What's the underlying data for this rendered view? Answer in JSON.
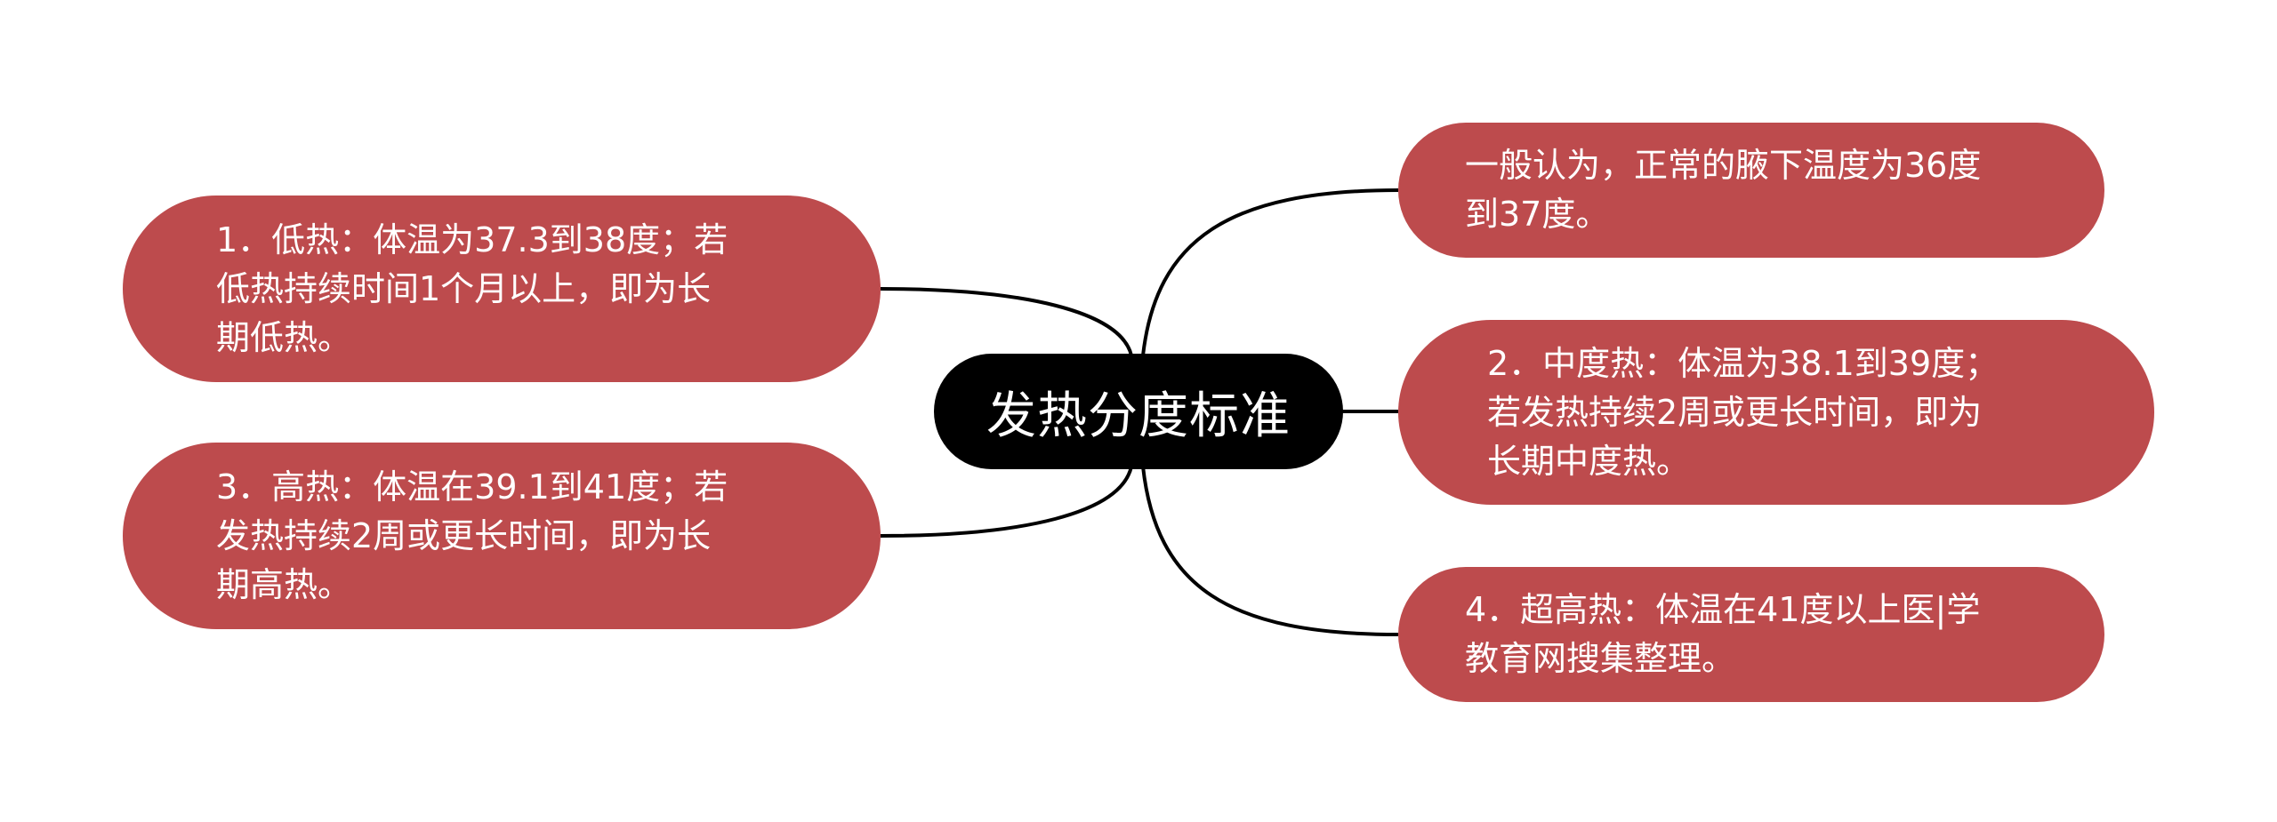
{
  "central": {
    "title": "发热分度标准"
  },
  "branches": {
    "left": [
      {
        "text": "1．低热：体温为37.3到38度；若\n低热持续时间1个月以上，即为长\n期低热。"
      },
      {
        "text": "3．高热：体温在39.1到41度；若\n发热持续2周或更长时间，即为长\n期高热。"
      }
    ],
    "right": [
      {
        "text": "一般认为，正常的腋下温度为36度\n到37度。"
      },
      {
        "text": "2．中度热：体温为38.1到39度；\n若发热持续2周或更长时间，即为\n长期中度热。"
      },
      {
        "text": "4．超高热：体温在41度以上医|学\n教育网搜集整理。"
      }
    ]
  },
  "colors": {
    "node_fill": "#bd4b4d",
    "central_fill": "#000000",
    "connector": "#000000",
    "text": "#ffffff"
  }
}
